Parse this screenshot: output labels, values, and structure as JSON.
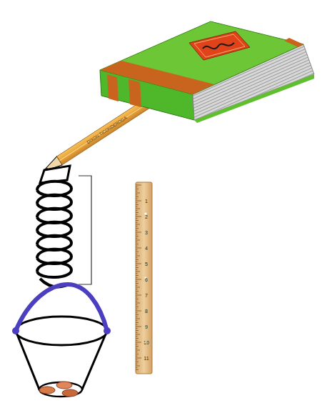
{
  "diagram": {
    "labels": [
      "DIXON TICONDEROGA",
      "1",
      "2",
      "3",
      "4",
      "5",
      "6",
      "7",
      "8",
      "9",
      "10",
      "11"
    ]
  }
}
